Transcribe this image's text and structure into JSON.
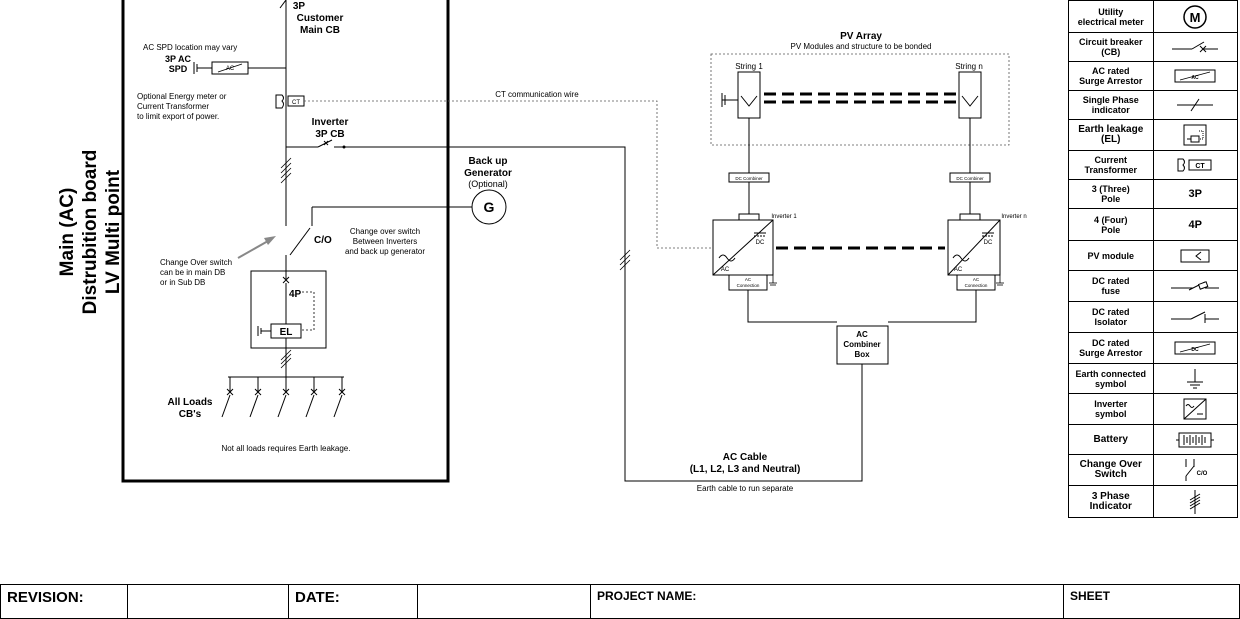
{
  "db": {
    "title_line1": "Main (AC)",
    "title_line2": "Distrubition board",
    "title_line3": "LV Multi point",
    "main_cb_line1": "3P",
    "main_cb_line2": "Customer",
    "main_cb_line3": "Main CB",
    "spd_note": "AC SPD location may vary",
    "spd_line1": "3P AC",
    "spd_line2": "SPD",
    "spd_box": "AC",
    "meter_note_line1": "Optional Energy meter or",
    "meter_note_line2": "Current Transformer",
    "meter_note_line3": "to limit export of power.",
    "ct_box": "CT",
    "inverter_cb_line1": "Inverter",
    "inverter_cb_line2": "3P CB",
    "co_label": "C/O",
    "co_note_line1": "Change over switch",
    "co_note_line2": "Between Inverters",
    "co_note_line3": "and back up generator",
    "co_switch_note_line1": "Change Over switch",
    "co_switch_note_line2": "can be in main DB",
    "co_switch_note_line3": "or in Sub DB",
    "el_pole": "4P",
    "el_box": "EL",
    "loads_line1": "All Loads",
    "loads_line2": "CB's",
    "loads_note": "Not all loads requires Earth leakage."
  },
  "generator": {
    "line1": "Back up",
    "line2": "Generator",
    "line3": "(Optional)",
    "symbol": "G"
  },
  "ct_wire_label": "CT communication wire",
  "pv": {
    "title": "PV Array",
    "subtitle": "PV Modules and structure to be bonded",
    "string1": "String 1",
    "stringn": "String n",
    "dc_combiner": "DC Combiner",
    "inverter1": "Inverter 1",
    "invertern": "Inverter n",
    "dc": "DC",
    "ac": "AC",
    "ac_connection_line1": "AC",
    "ac_connection_line2": "Connection",
    "ac_combiner_line1": "AC",
    "ac_combiner_line2": "Combiner",
    "ac_combiner_line3": "Box"
  },
  "ac_cable": {
    "line1": "AC Cable",
    "line2": "(L1, L2, L3 and Neutral)",
    "note": "Earth cable to run separate"
  },
  "legend": [
    {
      "line1": "Utility",
      "line2": "electrical meter",
      "icon": "meter-icon",
      "symbol_text": "M"
    },
    {
      "line1": "Circuit breaker",
      "line2": "(CB)",
      "icon": "circuit-breaker-icon",
      "symbol_text": ""
    },
    {
      "line1": "AC rated",
      "line2": "Surge Arrestor",
      "icon": "ac-surge-arrestor-icon",
      "symbol_text": "AC"
    },
    {
      "line1": "Single Phase",
      "line2": "indicator",
      "icon": "single-phase-icon",
      "symbol_text": ""
    },
    {
      "line1": "Earth leakage",
      "line2": "(EL)",
      "icon": "earth-leakage-icon",
      "symbol_text": "EL"
    },
    {
      "line1": "Current",
      "line2": "Transformer",
      "icon": "current-transformer-icon",
      "symbol_text": "CT"
    },
    {
      "line1": "3 (Three)",
      "line2": "Pole",
      "icon": "three-pole-icon",
      "symbol_text": "3P"
    },
    {
      "line1": "4 (Four)",
      "line2": "Pole",
      "icon": "four-pole-icon",
      "symbol_text": "4P"
    },
    {
      "line1": "PV module",
      "line2": "",
      "icon": "pv-module-icon",
      "symbol_text": ""
    },
    {
      "line1": "DC rated",
      "line2": "fuse",
      "icon": "dc-fuse-icon",
      "symbol_text": ""
    },
    {
      "line1": "DC rated",
      "line2": "Isolator",
      "icon": "dc-isolator-icon",
      "symbol_text": ""
    },
    {
      "line1": "DC rated",
      "line2": "Surge Arrestor",
      "icon": "dc-surge-arrestor-icon",
      "symbol_text": "DC"
    },
    {
      "line1": "Earth connected",
      "line2": "symbol",
      "icon": "earth-icon",
      "symbol_text": ""
    },
    {
      "line1": "Inverter",
      "line2": "symbol",
      "icon": "inverter-icon",
      "symbol_text": ""
    },
    {
      "line1": "Battery",
      "line2": "",
      "icon": "battery-icon",
      "symbol_text": ""
    },
    {
      "line1": "Change Over",
      "line2": "Switch",
      "icon": "change-over-switch-icon",
      "symbol_text": "C/O"
    },
    {
      "line1": "3 Phase",
      "line2": "Indicator",
      "icon": "three-phase-icon",
      "symbol_text": ""
    }
  ],
  "title_block": {
    "revision_label": "REVISION:",
    "revision_value": "",
    "date_label": "DATE:",
    "date_value": "",
    "project_label": "PROJECT NAME:",
    "project_value": "",
    "sheet_label": "SHEET",
    "sheet_value": ""
  }
}
